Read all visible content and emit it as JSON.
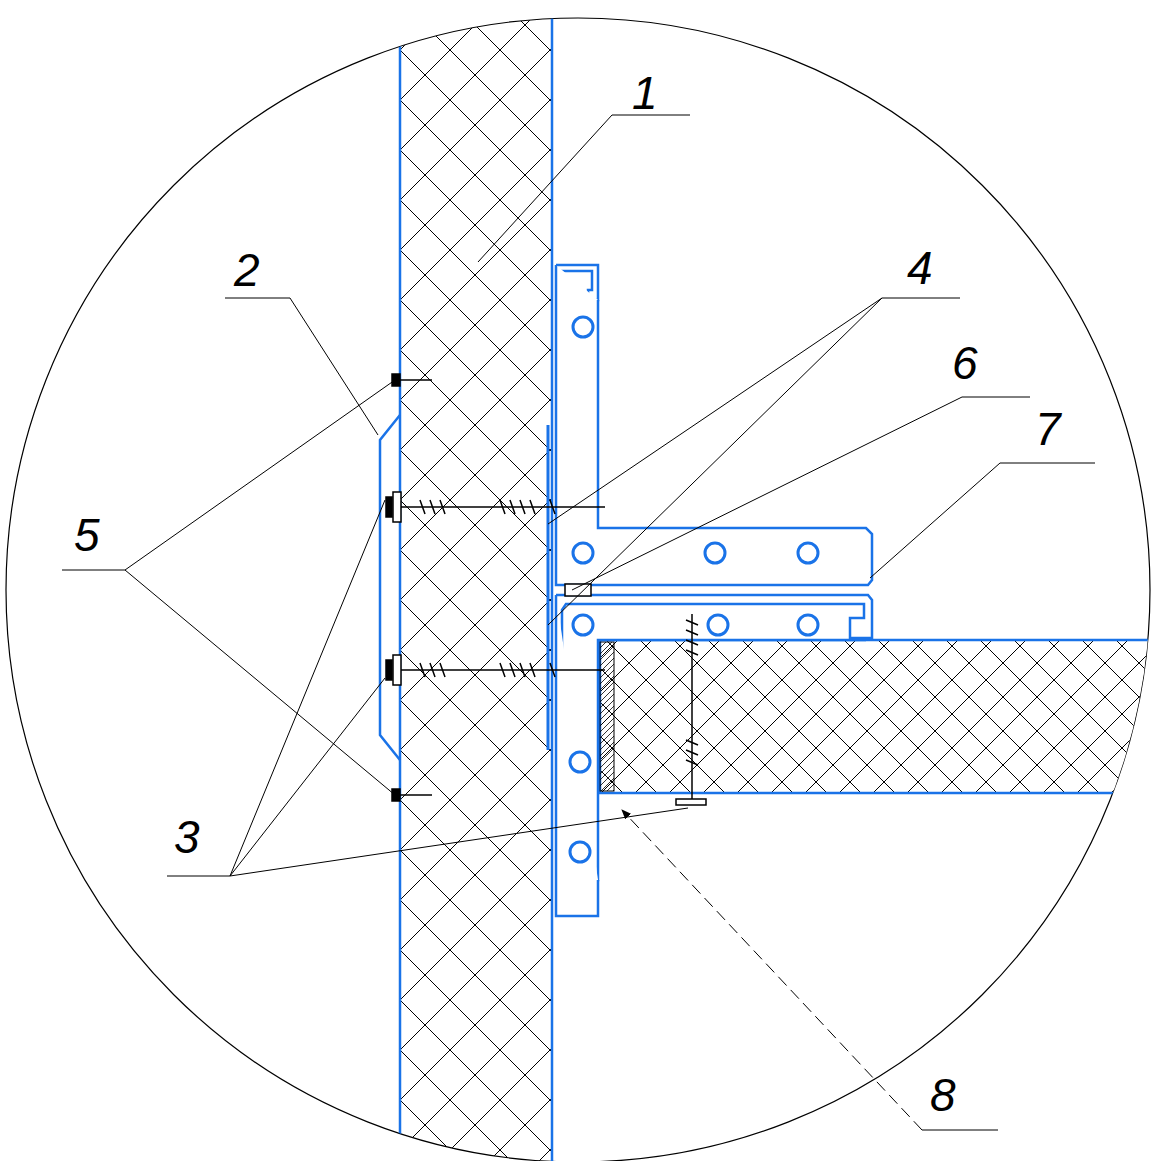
{
  "diagram": {
    "labels": [
      "1",
      "2",
      "4",
      "6",
      "7",
      "5",
      "3",
      "8"
    ]
  }
}
